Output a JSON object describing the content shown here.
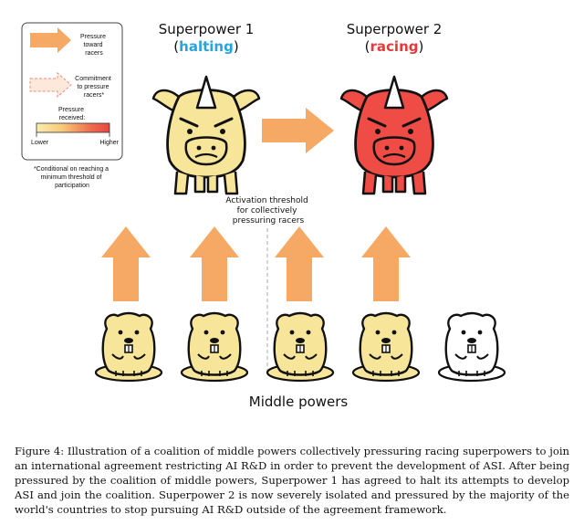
{
  "legend": {
    "pressure_arrow_label": [
      "Pressure",
      "toward",
      "racers"
    ],
    "commitment_arrow_label": [
      "Commitment",
      "to pressure",
      "racers*"
    ],
    "pressure_received_label": [
      "Pressure",
      "received:"
    ],
    "scale_low": "Lower",
    "scale_high": "Higher",
    "footnote": [
      "*Conditional on reaching a",
      "minimum threshold of",
      "participation"
    ],
    "scale_colors": [
      "#f9ecb0",
      "#f7c97a",
      "#f06a4f",
      "#e8483f"
    ]
  },
  "superpower1": {
    "title": "Superpower 1",
    "status_open": "(",
    "status": "halting",
    "status_close": ")",
    "status_color": "#29a3e0",
    "fill_color": "#f7e59a"
  },
  "superpower2": {
    "title": "Superpower 2",
    "status_open": "(",
    "status": "racing",
    "status_close": ")",
    "status_color": "#e63a3a",
    "fill_color": "#ee4c44"
  },
  "threshold_label": [
    "Activation threshold",
    "for collectively",
    "pressuring racers"
  ],
  "middle_powers_label": "Middle powers",
  "middle_powers": [
    {
      "pressuring": true,
      "fill_color": "#f7e59a"
    },
    {
      "pressuring": true,
      "fill_color": "#f7e59a"
    },
    {
      "pressuring": true,
      "fill_color": "#f7e59a"
    },
    {
      "pressuring": true,
      "fill_color": "#f7e59a"
    },
    {
      "pressuring": false,
      "fill_color": "#ffffff"
    }
  ],
  "arrow_color": "#f5a964",
  "caption": "Figure 4: Illustration of a coalition of middle powers collectively pressuring racing superpowers to join an international agreement restricting AI R&D in order to prevent the development of ASI. After being pressured by the coalition of middle powers, Superpower 1 has agreed to halt its attempts to develop ASI and join the coalition. Superpower 2 is now severely isolated and pressured by the majority of the world's countries to stop pursuing AI R&D outside of the agreement framework."
}
